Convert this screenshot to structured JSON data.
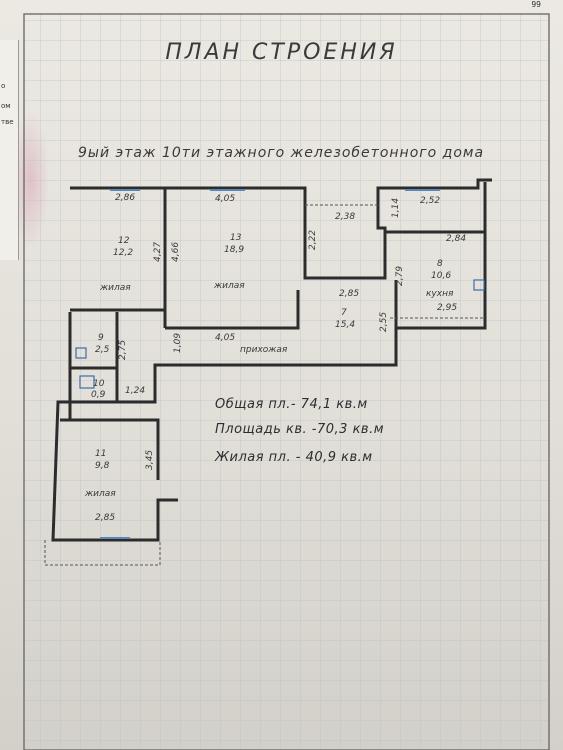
{
  "page_number": "99",
  "left_card_text": [
    "о",
    "ом",
    "тве"
  ],
  "title": "ПЛАН СТРОЕНИЯ",
  "subtitle": "9ый этаж 10ти этажного железобетонного дома",
  "summary": {
    "total": "Общая пл.- 74,1 кв.м",
    "apartment": "Площадь кв. -70,3 кв.м",
    "living": "Жилая пл. - 40,9 кв.м"
  },
  "rooms": {
    "r12": {
      "num": "12",
      "area": "12,2",
      "type": "жилая"
    },
    "r13": {
      "num": "13",
      "area": "18,9",
      "type": "жилая"
    },
    "r8": {
      "num": "8",
      "area": "10,6",
      "type": "кухня"
    },
    "r7": {
      "num": "7",
      "area": "15,4"
    },
    "r9": {
      "num": "9",
      "area": "2,5"
    },
    "r10": {
      "num": "10",
      "area": "0,9"
    },
    "r11": {
      "num": "11",
      "area": "9,8",
      "type": "жилая"
    },
    "hall": "прихожая"
  },
  "dims": {
    "d286": "2,86",
    "d405top": "4,05",
    "d427": "4,27",
    "d466": "4,66",
    "d238": "2,38",
    "d222": "2,22",
    "d114": "1,14",
    "d252": "2,52",
    "d284": "2,84",
    "d279": "2,79",
    "d285mid": "2,85",
    "d295": "2,95",
    "d255": "2,55",
    "d109": "1,09",
    "d405mid": "4,05",
    "d275": "2,75",
    "d124": "1,24",
    "d345": "3,45",
    "d285bot": "2,85"
  },
  "colors": {
    "grid": "#b9c3cf",
    "wall": "#2c2c2c",
    "ink": "#3a3a3a",
    "window": "#5a87b8"
  }
}
